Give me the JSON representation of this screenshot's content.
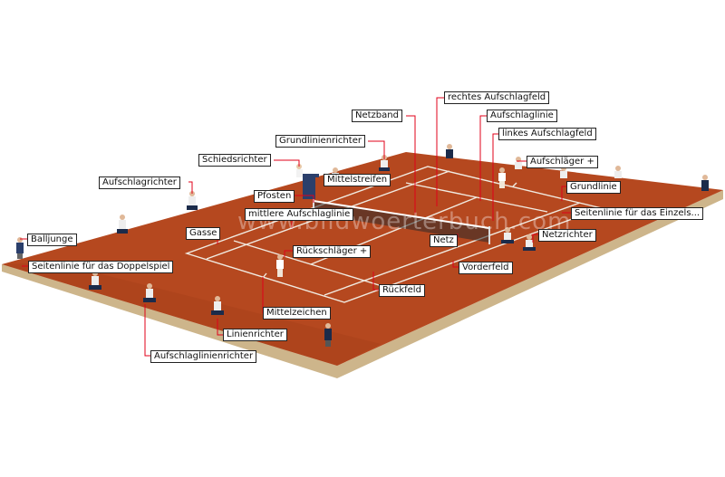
{
  "watermark": "www.bildwoerterbuch.com",
  "labels": {
    "rechtes_aufschlagfeld": "rechtes Aufschlagfeld",
    "netzband": "Netzband",
    "aufschlaglinie": "Aufschlaglinie",
    "grundlinienrichter": "Grundlinienrichter",
    "linkes_aufschlagfeld": "linkes Aufschlagfeld",
    "schiedsrichter": "Schiedsrichter",
    "aufschlaeger": "Aufschläger",
    "mittelstreifen": "Mittelstreifen",
    "aufschlagrichter": "Aufschlagrichter",
    "grundlinie": "Grundlinie",
    "pfosten": "Pfosten",
    "mittlere_aufschlaglinie": "mittlere Aufschlaglinie",
    "seitenlinie_einzel": "Seitenlinie für das Einzels...",
    "gasse": "Gasse",
    "netz": "Netz",
    "netzrichter": "Netzrichter",
    "balljunge": "Balljunge",
    "rueckschlaeger": "Rückschläger",
    "seitenlinie_doppel": "Seitenlinie für das Doppelspiel",
    "vorderfeld": "Vorderfeld",
    "rueckfeld": "Rückfeld",
    "mittelzeichen": "Mittelzeichen",
    "linienrichter": "Linienrichter",
    "aufschlaglinienrichter": "Aufschlaglinienrichter"
  },
  "plus_mark": "+",
  "colors": {
    "clay": "#b84a24",
    "clay_dark": "#9c3c1c",
    "base": "#d8c4a0",
    "line": "#f4efe6",
    "leader": "#e0001a"
  }
}
